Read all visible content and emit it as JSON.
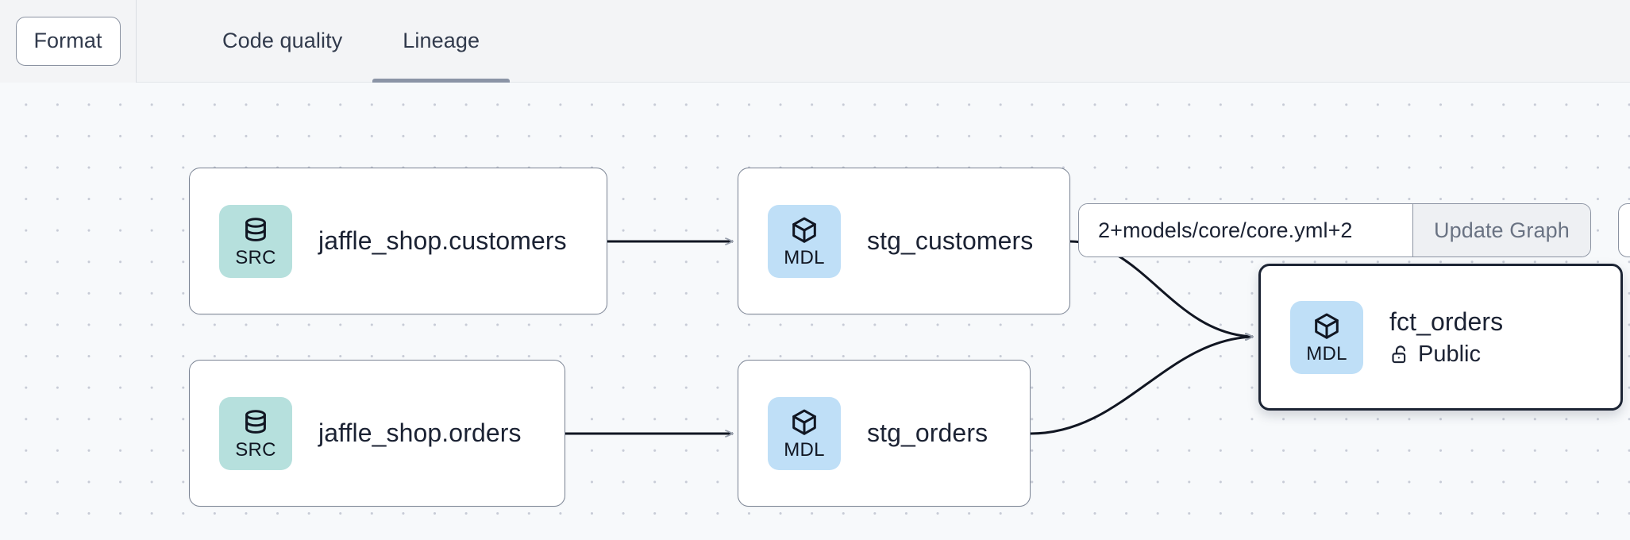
{
  "toolbar": {
    "format_label": "Format",
    "tabs": [
      {
        "label": "Code quality",
        "active": false
      },
      {
        "label": "Lineage",
        "active": true
      }
    ]
  },
  "graph_controls": {
    "selector_value": "2+models/core/core.yml+2",
    "selector_placeholder": "2+models/core/core.yml+2",
    "update_label": "Update Graph"
  },
  "lineage": {
    "nodes": [
      {
        "id": "jaffle_shop_customers",
        "kind": "SRC",
        "icon": "database-icon",
        "title": "jaffle_shop.customers",
        "subtitle": null,
        "access": null,
        "selected": false
      },
      {
        "id": "jaffle_shop_orders",
        "kind": "SRC",
        "icon": "database-icon",
        "title": "jaffle_shop.orders",
        "subtitle": null,
        "access": null,
        "selected": false
      },
      {
        "id": "stg_customers",
        "kind": "MDL",
        "icon": "cube-icon",
        "title": "stg_customers",
        "subtitle": null,
        "access": null,
        "selected": false
      },
      {
        "id": "stg_orders",
        "kind": "MDL",
        "icon": "cube-icon",
        "title": "stg_orders",
        "subtitle": null,
        "access": null,
        "selected": false
      },
      {
        "id": "fct_orders",
        "kind": "MDL",
        "icon": "cube-icon",
        "title": "fct_orders",
        "subtitle": "Public",
        "access": "unlock-icon",
        "selected": true
      }
    ],
    "edges": [
      {
        "from": "jaffle_shop_customers",
        "to": "stg_customers"
      },
      {
        "from": "jaffle_shop_orders",
        "to": "stg_orders"
      },
      {
        "from": "stg_customers",
        "to": "fct_orders"
      },
      {
        "from": "stg_orders",
        "to": "fct_orders"
      }
    ]
  },
  "colors": {
    "src_badge": "#b6e0dd",
    "mdl_badge": "#bfdff7",
    "node_border": "#7b8494",
    "selected_border": "#1c2434",
    "canvas_bg": "#f7f9fb",
    "dot_grid": "#c7cbd6",
    "topbar_bg": "#f3f4f6",
    "tab_active_underline": "#8b94a6",
    "edge_stroke": "#111622"
  }
}
